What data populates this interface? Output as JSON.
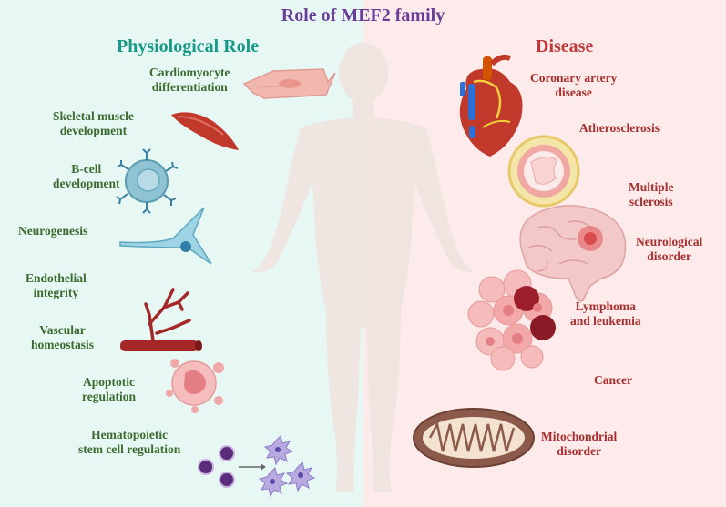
{
  "title": "Role of MEF2 family",
  "physiological": {
    "heading": "Physiological Role",
    "items": [
      {
        "line1": "Cardiomyocyte",
        "line2": "differentiation"
      },
      {
        "line1": "Skeletal muscle",
        "line2": "development"
      },
      {
        "line1": "B-cell",
        "line2": "development"
      },
      {
        "line1": "Neurogenesis",
        "line2": ""
      },
      {
        "line1": "Endothelial",
        "line2": "integrity"
      },
      {
        "line1": "Vascular",
        "line2": "homeostasis"
      },
      {
        "line1": "Apoptotic",
        "line2": "regulation"
      },
      {
        "line1": "Hematopoietic",
        "line2": "stem cell regulation"
      }
    ]
  },
  "disease": {
    "heading": "Disease",
    "items": [
      {
        "line1": "Coronary artery",
        "line2": "disease"
      },
      {
        "line1": "Atherosclerosis",
        "line2": ""
      },
      {
        "line1": "Multiple",
        "line2": "sclerosis"
      },
      {
        "line1": "Neurological",
        "line2": "disorder"
      },
      {
        "line1": "Lymphoma",
        "line2": "and leukemia"
      },
      {
        "line1": "Cancer",
        "line2": ""
      },
      {
        "line1": "Mitochondrial",
        "line2": "disorder"
      }
    ]
  },
  "icons": [
    "cardiomyocyte-icon",
    "muscle-fiber-icon",
    "b-cell-icon",
    "neuron-icon",
    "blood-vessel-icon",
    "apoptotic-cell-icon",
    "stem-cell-icon",
    "heart-icon",
    "artery-cross-section-icon",
    "brain-icon",
    "tumor-cells-icon",
    "mitochondrion-icon",
    "human-body-silhouette"
  ],
  "colors": {
    "title": "#6a3d98",
    "physio_heading": "#17998a",
    "physio_label": "#3d6b2f",
    "disease_heading": "#c03a3a",
    "disease_label": "#a82d2d",
    "bg_left": "#e6f7f4",
    "bg_right": "#fdebeb"
  }
}
